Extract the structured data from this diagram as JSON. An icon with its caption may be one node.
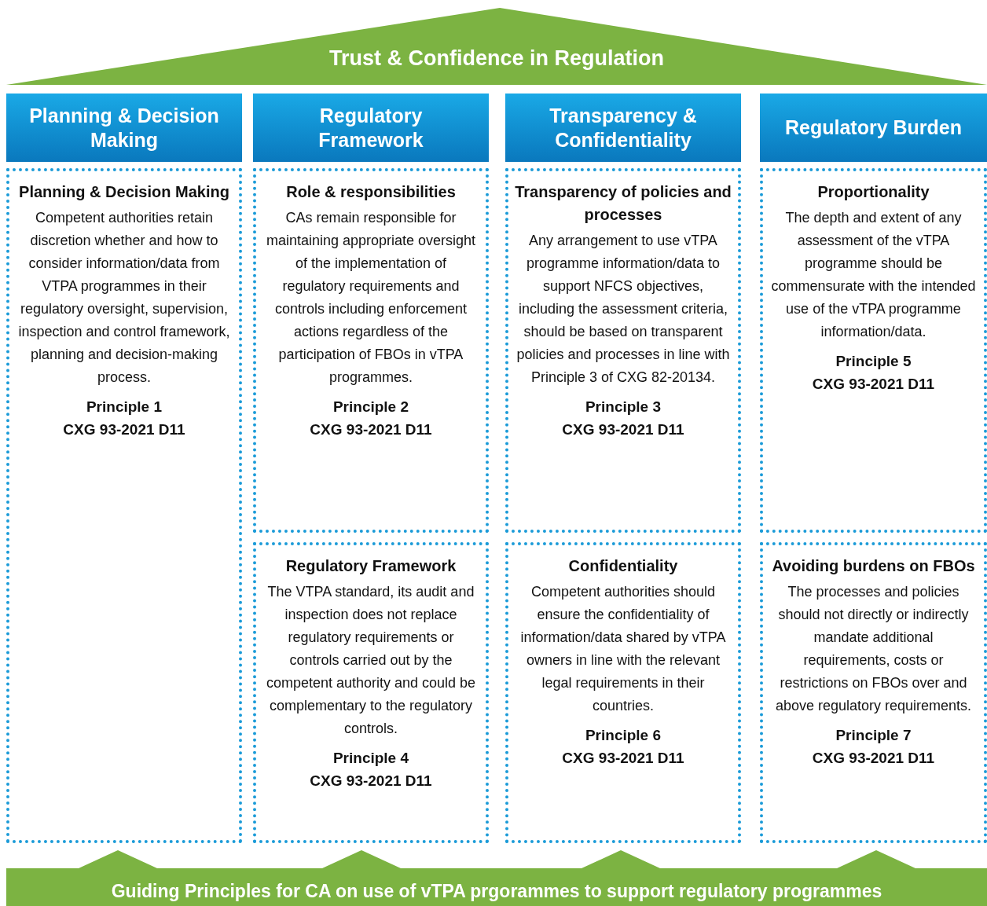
{
  "diagram": {
    "nodes": [
      {
        "text": [
          "Trust & Confidence in Regulation"
        ]
      },
      {
        "text": [
          "Planning & Decision Making"
        ]
      },
      {
        "text": [
          "Regulatory Framework"
        ]
      },
      {
        "text": [
          "Transparency & Confidentiality"
        ]
      },
      {
        "text": [
          "Regulatory Burden"
        ]
      },
      {
        "text": [
          "Planning & Decision Making",
          "Competent authorities retain discretion whether and how to consider information/data from VTPA programmes in their regulatory oversight, supervision, inspection and control framework, planning and decision-making process.",
          "Principle 1",
          "CXG 93-2021 D11"
        ]
      },
      {
        "text": [
          "Role & responsibilities",
          "CAs remain responsible for maintaining appropriate oversight of the implementation of regulatory requirements and controls including enforcement actions regardless of the participation of FBOs in vTPA programmes.",
          "Principle 2",
          "CXG 93-2021 D11"
        ]
      },
      {
        "text": [
          "Transparency of policies and processes",
          "Any arrangement to use vTPA programme information/data to support NFCS objectives, including the assessment criteria, should be based on transparent policies and processes in line with Principle 3 of CXG 82-20134.",
          "Principle 3",
          "CXG 93-2021 D11"
        ]
      },
      {
        "text": [
          "Proportionality",
          "The depth and extent of any assessment of the vTPA programme should be commensurate with the intended use of the vTPA programme information/data.",
          "Principle 5",
          "CXG 93-2021 D11"
        ]
      },
      {
        "text": [
          "Regulatory Framework",
          "The VTPA standard, its audit and inspection does not replace regulatory requirements or controls carried out by the competent authority and could be complementary to the regulatory controls.",
          "Principle 4",
          "CXG 93-2021 D11"
        ]
      },
      {
        "text": [
          "Confidentiality",
          "Competent authorities should ensure the confidentiality of information/data shared by vTPA owners in line with the relevant legal requirements in their countries.",
          "Principle 6",
          "CXG 93-2021 D11"
        ]
      },
      {
        "text": [
          "Avoiding burdens on FBOs",
          "The processes and policies should not directly or indirectly mandate additional requirements, costs or restrictions on FBOs over and above regulatory requirements.",
          "Principle 7",
          "CXG 93-2021 D11"
        ]
      },
      {
        "text": [
          "Guiding Principles for CA on use of vTPA prgorammes to support regulatory programmes"
        ]
      }
    ]
  }
}
